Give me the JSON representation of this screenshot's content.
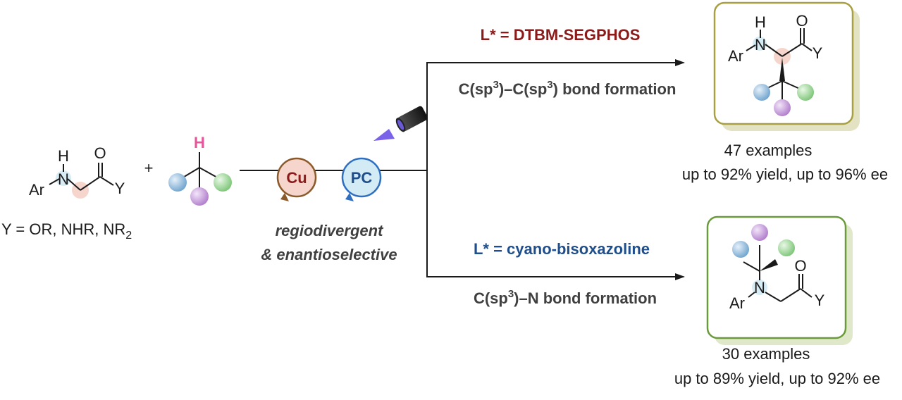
{
  "reactant1": {
    "h_label": "H",
    "n_label": "N",
    "ar_label": "Ar",
    "o_label": "O",
    "y_label": "Y",
    "y_definition_prefix": "Y = OR, NHR, NR",
    "y_definition_subscript": "2"
  },
  "plus_sign": "+",
  "reactant2": {
    "h_label": "H"
  },
  "catalysis": {
    "cu_label": "Cu",
    "pc_label": "PC",
    "mode_line1": "regiodivergent",
    "mode_line2": "& enantioselective"
  },
  "top_path": {
    "ligand": "L* = DTBM-SEGPHOS",
    "bond_part1": "C(sp",
    "bond_sup1": "3",
    "bond_part2": ")–C(sp",
    "bond_sup2": "3",
    "bond_part3": ") bond formation",
    "product": {
      "h_label": "H",
      "n_label": "N",
      "ar_label": "Ar",
      "o_label": "O",
      "y_label": "Y"
    },
    "examples": "47 examples",
    "yield_ee": "up to 92% yield, up to 96% ee"
  },
  "bottom_path": {
    "ligand": "L* = cyano-bisoxazoline",
    "bond_part1": "C(sp",
    "bond_sup1": "3",
    "bond_part2": ")–N bond formation",
    "product": {
      "n_label": "N",
      "ar_label": "Ar",
      "o_label": "O",
      "y_label": "Y"
    },
    "examples": "30 examples",
    "yield_ee": "up to 89% yield, up to 92% ee"
  },
  "colors": {
    "ligand_top": "#8b1a1a",
    "ligand_bottom": "#1f4e8c",
    "cu_ring": "#8b5a2b",
    "cu_fill": "#f6d6cc",
    "pc_ring": "#2f6fbf",
    "pc_fill": "#d3ebf5",
    "h_pink": "#e8559a",
    "ball_blue": "#8fb8d8",
    "ball_green": "#9ed49a",
    "ball_purple": "#c79ad8",
    "box_top": "#a8a040",
    "box_bottom": "#6a9a3a",
    "light": "#7a63e8"
  }
}
